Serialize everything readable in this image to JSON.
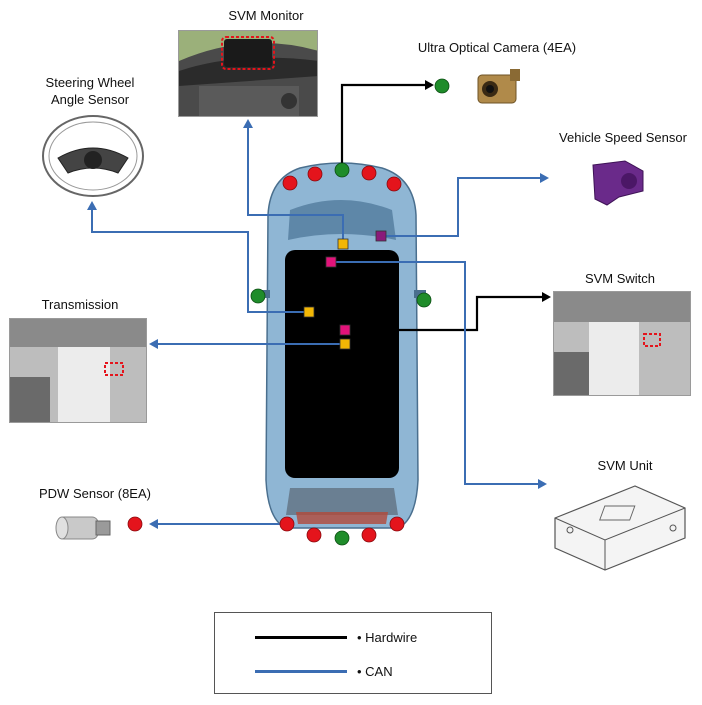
{
  "components": {
    "svm_monitor": "SVM Monitor",
    "ultra_camera": "Ultra Optical Camera (4EA)",
    "steering_line1": "Steering Wheel",
    "steering_line2": "Angle Sensor",
    "speed_sensor": "Vehicle Speed Sensor",
    "svm_switch": "SVM Switch",
    "transmission": "Transmission",
    "svm_unit": "SVM Unit",
    "pdw_sensor": "PDW Sensor (8EA)"
  },
  "legend": {
    "hardwire": "• Hardwire",
    "can": "• CAN"
  },
  "colors": {
    "hardwire": "#000000",
    "can": "#3b6db3",
    "camera_dot": "#1f8c2a",
    "pdw_dot": "#e4141c",
    "connector_yellow": "#f2b705",
    "connector_pink": "#e2137a",
    "connector_purple": "#8a1a7a",
    "car_body": "#8fb6d4"
  }
}
